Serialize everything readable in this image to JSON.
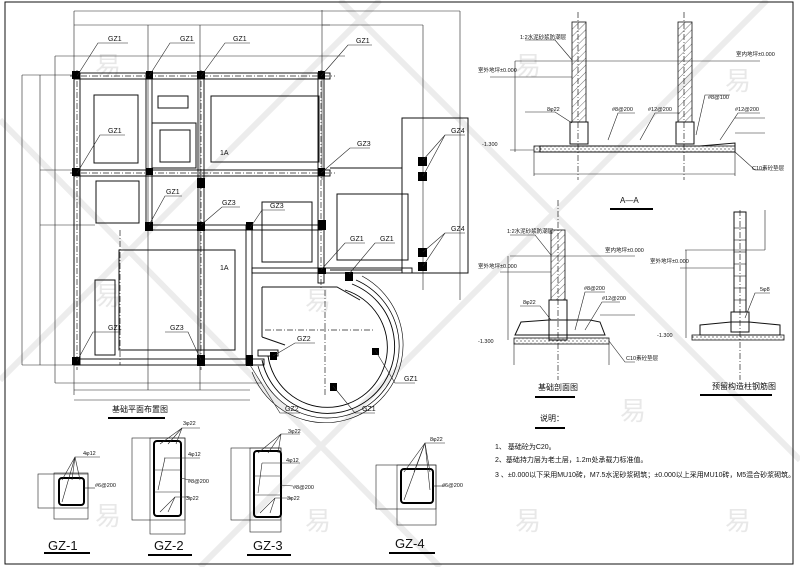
{
  "drawing": {
    "plan": {
      "title": "基础平面布置图",
      "column_labels": [
        "GZ1",
        "GZ1",
        "GZ1",
        "GZ1",
        "GZ1",
        "GZ3",
        "GZ1",
        "GZ3",
        "GZ4",
        "GZ1",
        "GZ1",
        "GZ4",
        "GZ1",
        "GZ3",
        "GZ2",
        "GZ2",
        "GZ1",
        "GZ1"
      ],
      "section_marks": [
        "1A",
        "1A"
      ]
    },
    "section_aa": {
      "title": "A—A",
      "labels": {
        "mortar": "1:2水泥砂浆防潮层",
        "ground_left": "室外地坪±0.000",
        "ground_right": "室内地坪±0.000",
        "rebar_8phi22": "8φ22",
        "stirrup_a": "#8@200",
        "stirrup_b": "#12@200",
        "stirrup_c": "#8@100",
        "stirrup_d": "#12@200",
        "elev": "-1.300",
        "cushion": "C10素砼垫层"
      }
    },
    "section_foundation": {
      "title": "基础剖面图",
      "labels": {
        "mortar": "1:2水泥砂浆防潮层",
        "ground_left": "室外地坪±0.000",
        "ground_right": "室内地坪±0.000",
        "rebar": "8φ22",
        "stirrup_a": "#8@200",
        "stirrup_b": "#12@200",
        "elev": "-1.300",
        "cushion": "C10素砼垫层"
      }
    },
    "section_column": {
      "title": "预留构造柱钢筋图",
      "labels": {
        "ground": "室外地坪±0.000",
        "rebar": "5φ8",
        "elev": "-1.300"
      }
    },
    "notes": {
      "heading": "说明：",
      "items": [
        "1、  基础砼为C20。",
        "2、基础持力层为老土层，1.2m处承载力标准值。",
        "3 、±0.000以下采用MU10砖，M7.5水泥砂浆砌筑；±0.000以上采用MU10砖，M5混合砂浆砌筑。"
      ]
    },
    "columns": [
      {
        "name": "GZ-1",
        "labels": [
          "4φ12",
          "#6@200"
        ]
      },
      {
        "name": "GZ-2",
        "labels": [
          "3φ22",
          "4φ12",
          "#8@200",
          "3φ22"
        ]
      },
      {
        "name": "GZ-3",
        "labels": [
          "3φ22",
          "4φ12",
          "#8@200",
          "3φ22"
        ]
      },
      {
        "name": "GZ-4",
        "labels": [
          "8φ22",
          "#6@200"
        ]
      }
    ],
    "watermark": "易"
  }
}
